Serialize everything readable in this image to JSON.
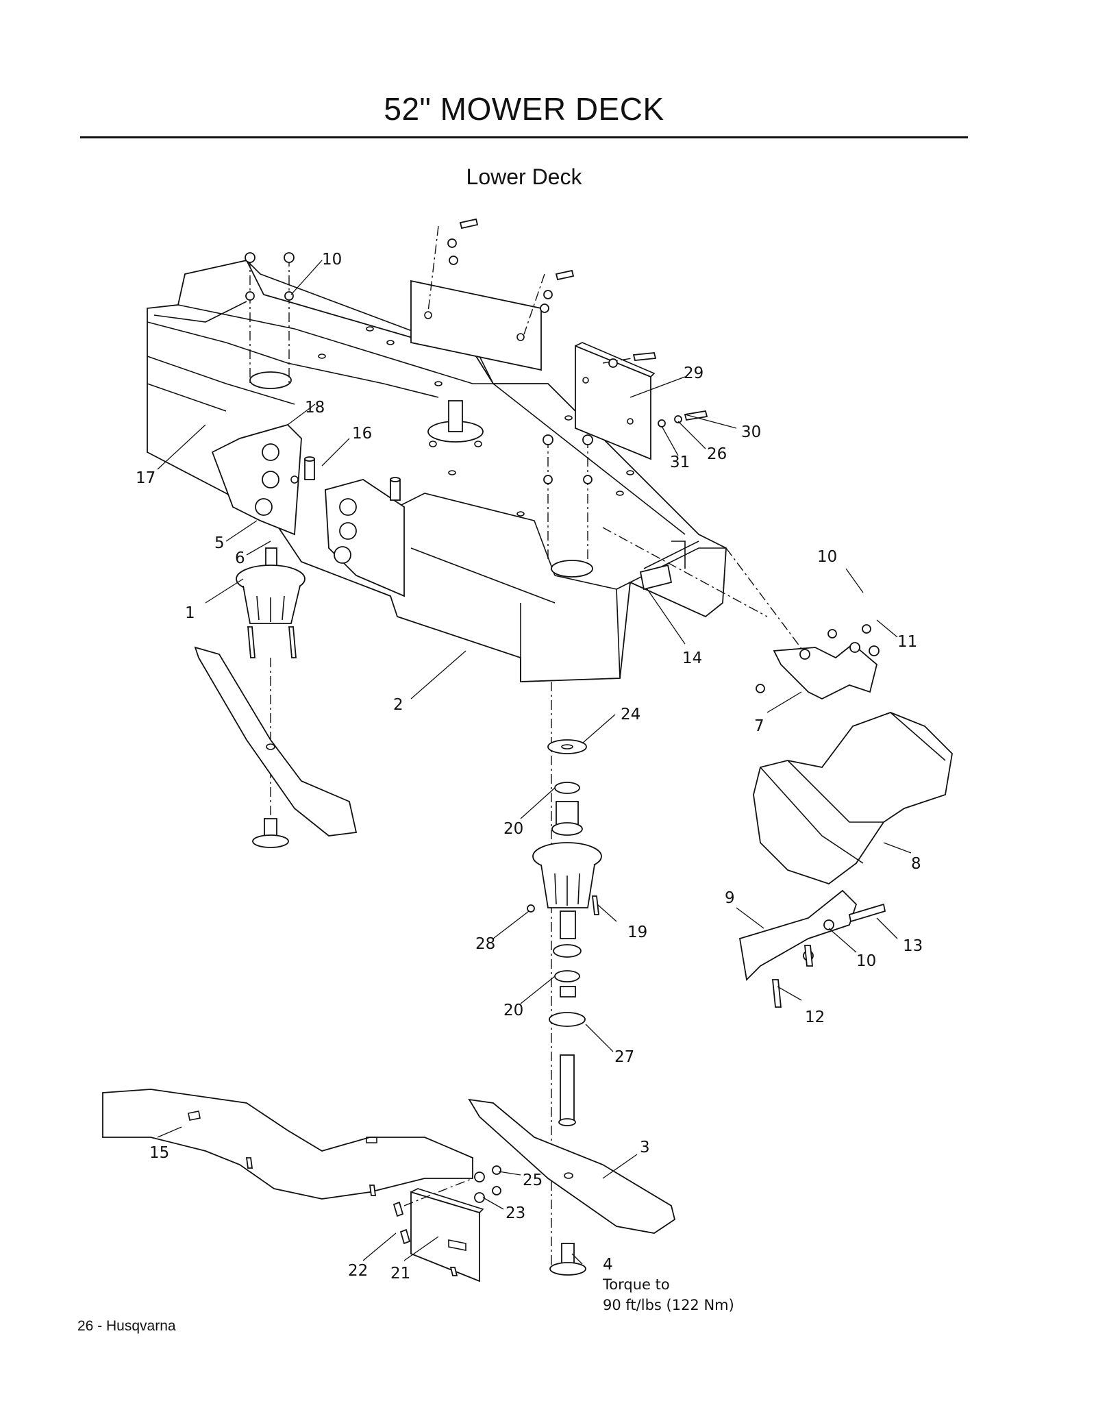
{
  "page": {
    "title": "52\" MOWER DECK",
    "section": "Lower Deck",
    "footer": "26 - Husqvarna"
  },
  "callouts": {
    "c1": "1",
    "c2": "2",
    "c3": "3",
    "c4": "4",
    "c5": "5",
    "c6": "6",
    "c7": "7",
    "c8": "8",
    "c9": "9",
    "c10a": "10",
    "c10b": "10",
    "c10c": "10",
    "c11": "11",
    "c12": "12",
    "c13": "13",
    "c14": "14",
    "c15": "15",
    "c16": "16",
    "c17": "17",
    "c18": "18",
    "c19": "19",
    "c20a": "20",
    "c20b": "20",
    "c21": "21",
    "c22": "22",
    "c23": "23",
    "c24": "24",
    "c25": "25",
    "c26": "26",
    "c27": "27",
    "c28": "28",
    "c29": "29",
    "c30": "30",
    "c31": "31"
  },
  "note": {
    "line1": "Torque to",
    "line2": "90 ft/lbs (122 Nm)"
  }
}
